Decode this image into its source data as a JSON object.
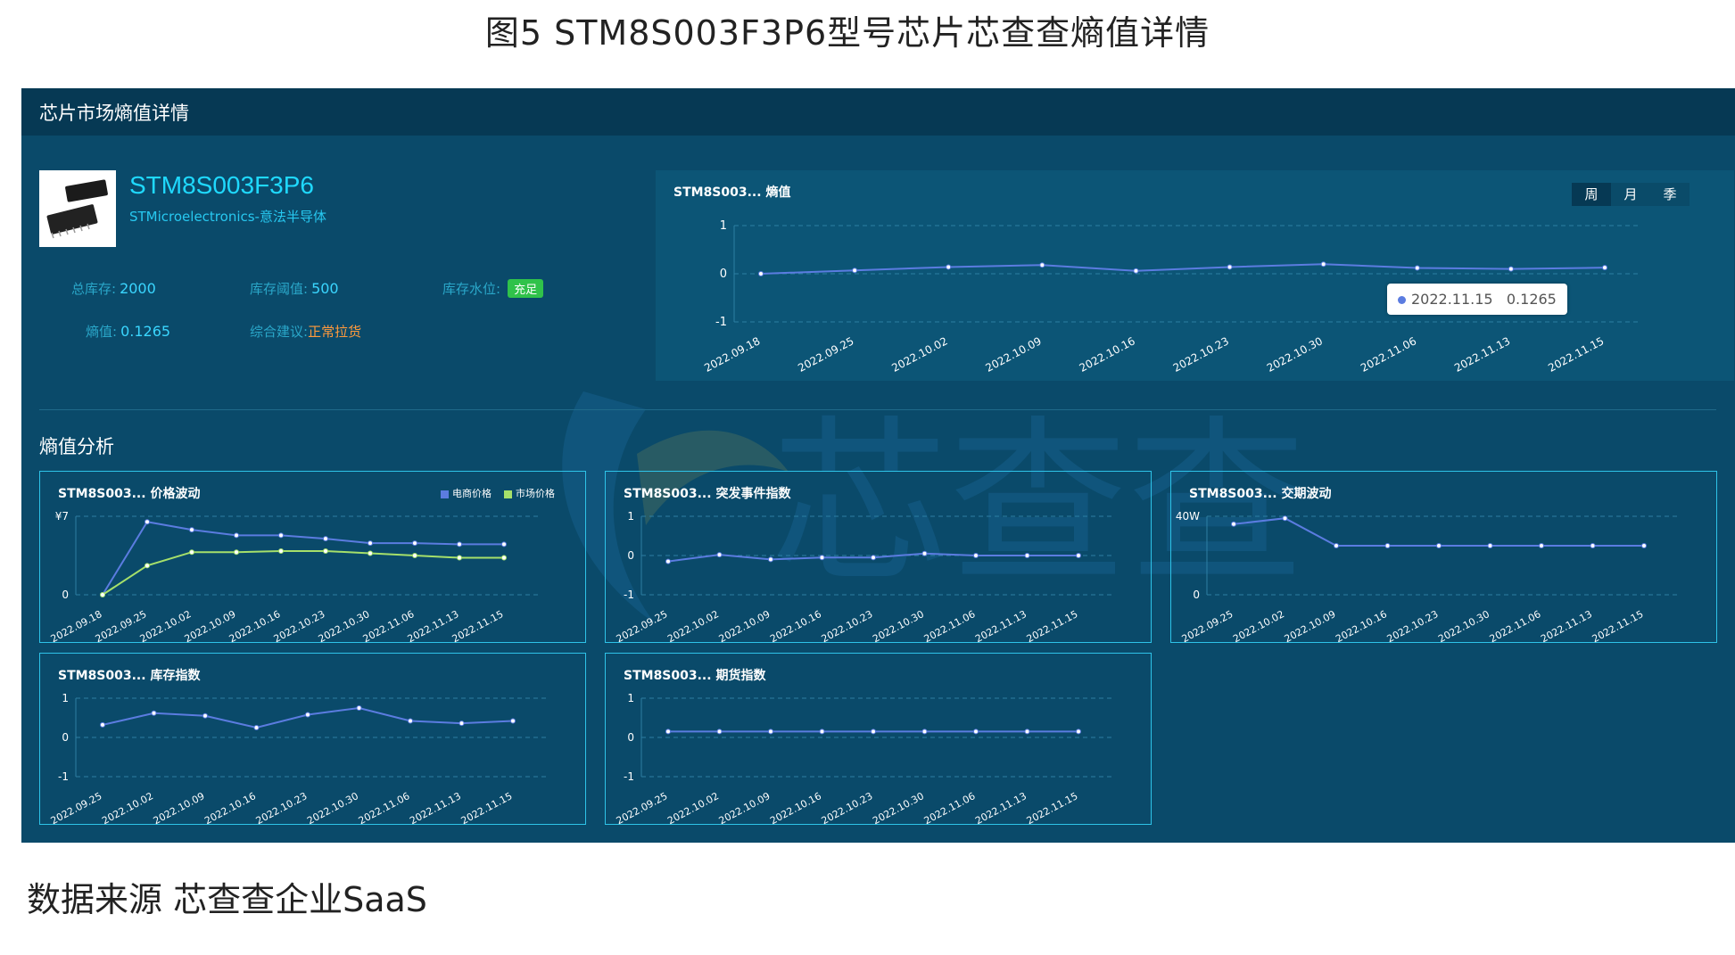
{
  "figure": {
    "title": "图5   STM8S003F3P6型号芯片芯查查熵值详情",
    "source": "数据来源   芯查查企业SaaS"
  },
  "panel": {
    "header_title": "芯片市场熵值详情",
    "watermark_text": "芯查查"
  },
  "chip": {
    "name": "STM8S003F3P6",
    "manufacturer": "STMicroelectronics-意法半导体",
    "fields": {
      "total_stock_label": "总库存:",
      "total_stock": "2000",
      "stock_threshold_label": "库存阈值:",
      "stock_threshold": "500",
      "stock_level_label": "库存水位:",
      "stock_level": "充足",
      "entropy_label": "熵值:",
      "entropy": "0.1265",
      "advice_label": "综合建议:",
      "advice": "正常拉货"
    }
  },
  "colors": {
    "line": "#5b7ce0",
    "market_line": "#a6e06a",
    "badge": "#30c24a",
    "accent": "#1fd9ff",
    "advice": "#ff9a3c"
  },
  "section": {
    "title": "熵值分析"
  },
  "main_chart": {
    "tabs": [
      "周",
      "月",
      "季"
    ],
    "active_tab": "周",
    "tooltip": {
      "date": "2022.11.15",
      "value": "0.1265"
    }
  },
  "chart_data": [
    {
      "id": "entropy",
      "type": "line",
      "title": "STM8S003... 熵值",
      "x": [
        "2022.09.18",
        "2022.09.25",
        "2022.10.02",
        "2022.10.09",
        "2022.10.16",
        "2022.10.23",
        "2022.10.30",
        "2022.11.06",
        "2022.11.13",
        "2022.11.15"
      ],
      "series": [
        {
          "values": [
            0.0,
            0.07,
            0.14,
            0.18,
            0.06,
            0.14,
            0.2,
            0.12,
            0.1,
            0.1265
          ]
        }
      ],
      "ylim": [
        -1,
        1
      ],
      "yticks": [
        "1",
        "0",
        "-1"
      ]
    },
    {
      "id": "price",
      "type": "line",
      "title": "STM8S003... 价格波动",
      "x": [
        "2022.09.18",
        "2022.09.25",
        "2022.10.02",
        "2022.10.09",
        "2022.10.16",
        "2022.10.23",
        "2022.10.30",
        "2022.11.06",
        "2022.11.13",
        "2022.11.15"
      ],
      "series": [
        {
          "name": "电商价格",
          "values": [
            0,
            6.5,
            5.8,
            5.3,
            5.3,
            5.0,
            4.6,
            4.6,
            4.5,
            4.5
          ]
        },
        {
          "name": "市场价格",
          "values": [
            0,
            2.6,
            3.8,
            3.8,
            3.9,
            3.9,
            3.7,
            3.5,
            3.3,
            3.3
          ]
        }
      ],
      "ylim": [
        0,
        7
      ],
      "yticks": [
        "¥7",
        "0"
      ]
    },
    {
      "id": "emergency",
      "type": "line",
      "title": "STM8S003... 突发事件指数",
      "x": [
        "2022.09.25",
        "2022.10.02",
        "2022.10.09",
        "2022.10.16",
        "2022.10.23",
        "2022.10.30",
        "2022.11.06",
        "2022.11.13",
        "2022.11.15"
      ],
      "series": [
        {
          "values": [
            -0.15,
            0.02,
            -0.1,
            -0.05,
            -0.05,
            0.05,
            0.0,
            0.0,
            0.0
          ]
        }
      ],
      "ylim": [
        -1,
        1
      ],
      "yticks": [
        "1",
        "0",
        "-1"
      ]
    },
    {
      "id": "leadtime",
      "type": "line",
      "title": "STM8S003... 交期波动",
      "x": [
        "2022.09.25",
        "2022.10.02",
        "2022.10.09",
        "2022.10.16",
        "2022.10.23",
        "2022.10.30",
        "2022.11.06",
        "2022.11.13",
        "2022.11.15"
      ],
      "series": [
        {
          "values": [
            36,
            39,
            25,
            25,
            25,
            25,
            25,
            25,
            25
          ]
        }
      ],
      "ylim": [
        0,
        40
      ],
      "yticks": [
        "40W",
        "0"
      ]
    },
    {
      "id": "inventory",
      "type": "line",
      "title": "STM8S003... 库存指数",
      "x": [
        "2022.09.25",
        "2022.10.02",
        "2022.10.09",
        "2022.10.16",
        "2022.10.23",
        "2022.10.30",
        "2022.11.06",
        "2022.11.13",
        "2022.11.15"
      ],
      "series": [
        {
          "values": [
            0.32,
            0.62,
            0.55,
            0.25,
            0.58,
            0.75,
            0.42,
            0.36,
            0.42
          ]
        }
      ],
      "ylim": [
        -1,
        1
      ],
      "yticks": [
        "1",
        "0",
        "-1"
      ]
    },
    {
      "id": "futures",
      "type": "line",
      "title": "STM8S003... 期货指数",
      "x": [
        "2022.09.25",
        "2022.10.02",
        "2022.10.09",
        "2022.10.16",
        "2022.10.23",
        "2022.10.30",
        "2022.11.06",
        "2022.11.13",
        "2022.11.15"
      ],
      "series": [
        {
          "values": [
            0.15,
            0.15,
            0.15,
            0.15,
            0.15,
            0.15,
            0.15,
            0.15,
            0.15
          ]
        }
      ],
      "ylim": [
        -1,
        1
      ],
      "yticks": [
        "1",
        "0",
        "-1"
      ]
    }
  ]
}
